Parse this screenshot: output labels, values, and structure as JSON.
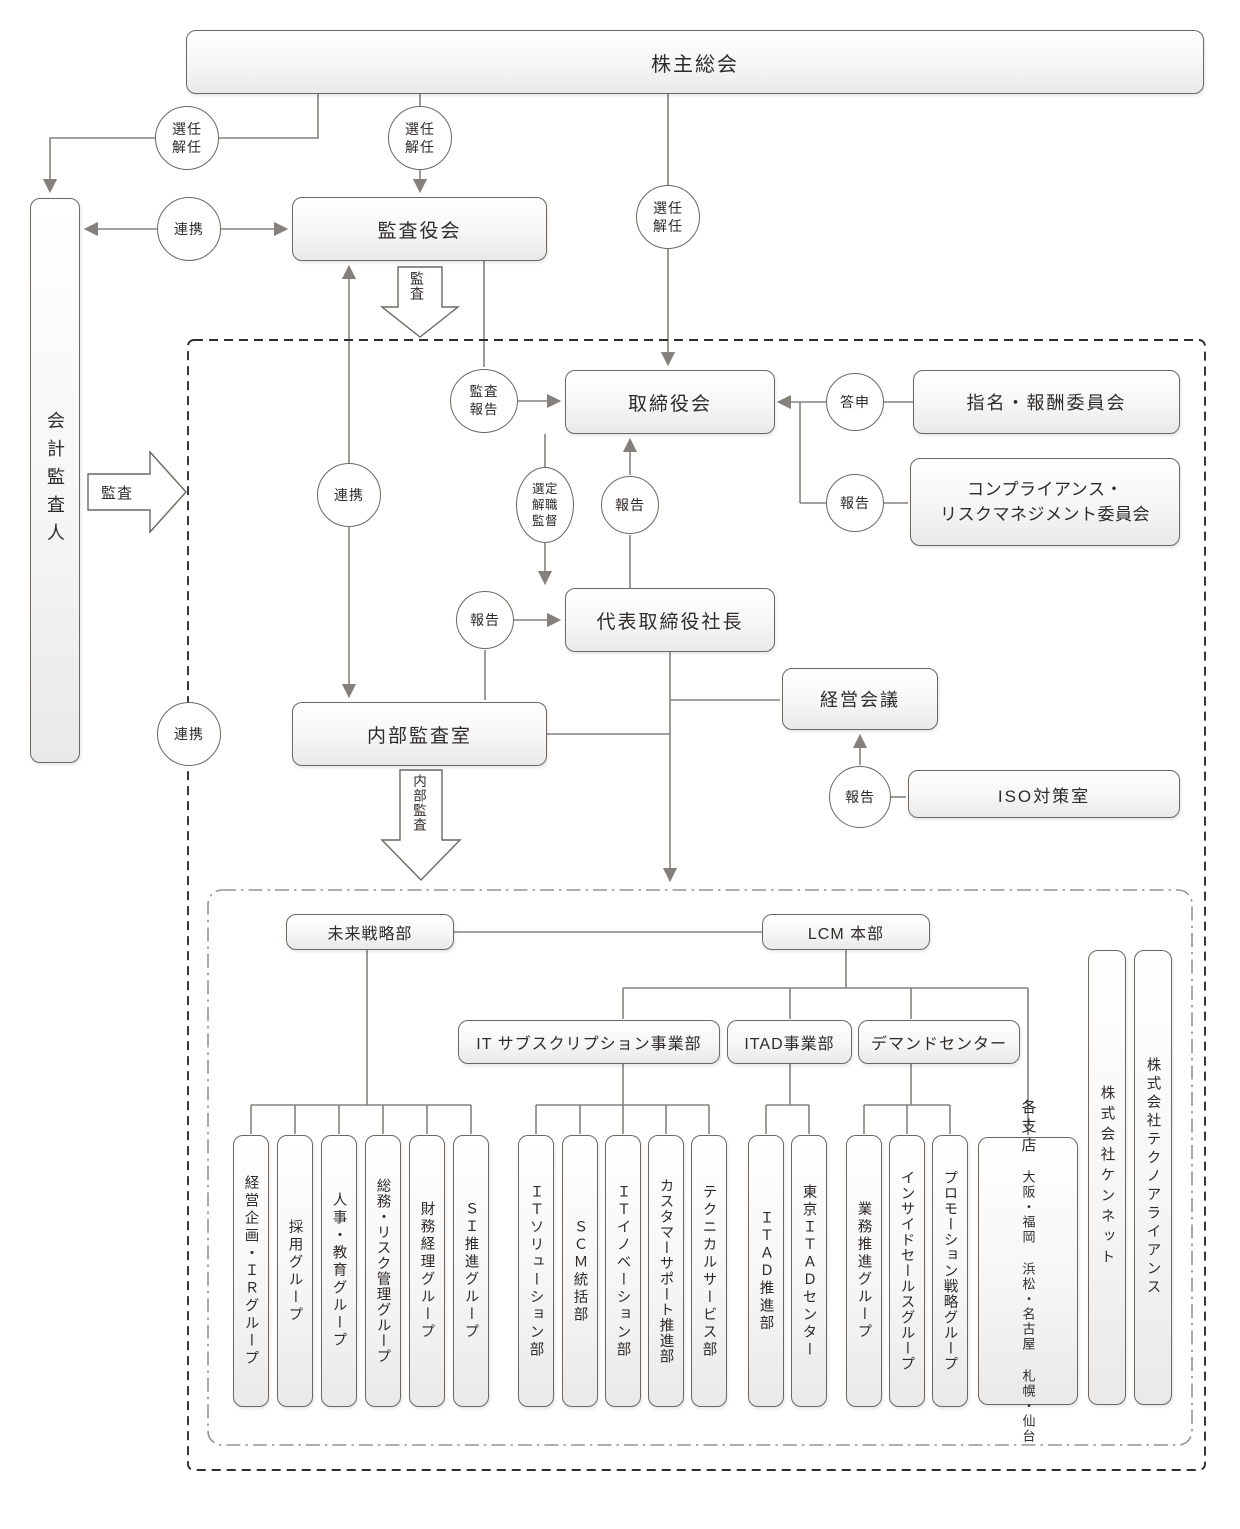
{
  "top": {
    "shareholders": "株主総会",
    "accounting_auditor": "会計監査人",
    "audit_board": "監査役会"
  },
  "governance": {
    "board_of_directors": "取締役会",
    "nomination_committee": "指名・報酬委員会",
    "compliance_committee": "コンプライアンス・\nリスクマネジメント委員会",
    "president": "代表取締役社長",
    "management_meeting": "経営会議",
    "internal_audit_office": "内部監査室",
    "iso_office": "ISO対策室"
  },
  "connector_labels": {
    "appoint_dismiss": "選任\n解任",
    "cooperation": "連携",
    "audit": "監査",
    "audit_report": "監査\n報告",
    "consultation": "答申",
    "report": "報告",
    "select_dismiss_supervise": "選定\n解職\n監督",
    "internal_audit": "内部監査"
  },
  "bottom": {
    "future_strategy_dept": "未来戦略部",
    "lcm_hq": "LCM 本部",
    "it_subscription_div": "IT サブスクリプション事業部",
    "itad_div": "ITAD事業部",
    "demand_center": "デマンドセンター",
    "future_strategy_groups": [
      "経営企画・ＩＲグループ",
      "採用グループ",
      "人事・教育グループ",
      "総務・リスク管理グループ",
      "財務経理グループ",
      "ＳＩ推進グループ"
    ],
    "it_subscription_depts": [
      "ＩＴソリューション部",
      "ＳＣＭ統括部",
      "ＩＴイノベーション部",
      "カスタマーサポート推進部",
      "テクニカルサービス部"
    ],
    "itad_depts": [
      "ＩＴＡＤ推進部",
      "東京ＩＴＡＤセンター"
    ],
    "demand_center_groups": [
      "業務推進グループ",
      "インサイドセールスグループ",
      "プロモーション戦略グループ"
    ],
    "branches": {
      "title": "各支店",
      "locations": [
        "大阪・福岡",
        "浜松・名古屋",
        "札幌・仙台"
      ]
    },
    "subsidiaries": [
      "株式会社ケンネット",
      "株式会社テクノアライアンス"
    ]
  },
  "colors": {
    "line": "#85807c",
    "box_border": "#6e6761",
    "outer_dash_border": "#2e2e2e",
    "inner_dashdot_border": "#979390"
  }
}
